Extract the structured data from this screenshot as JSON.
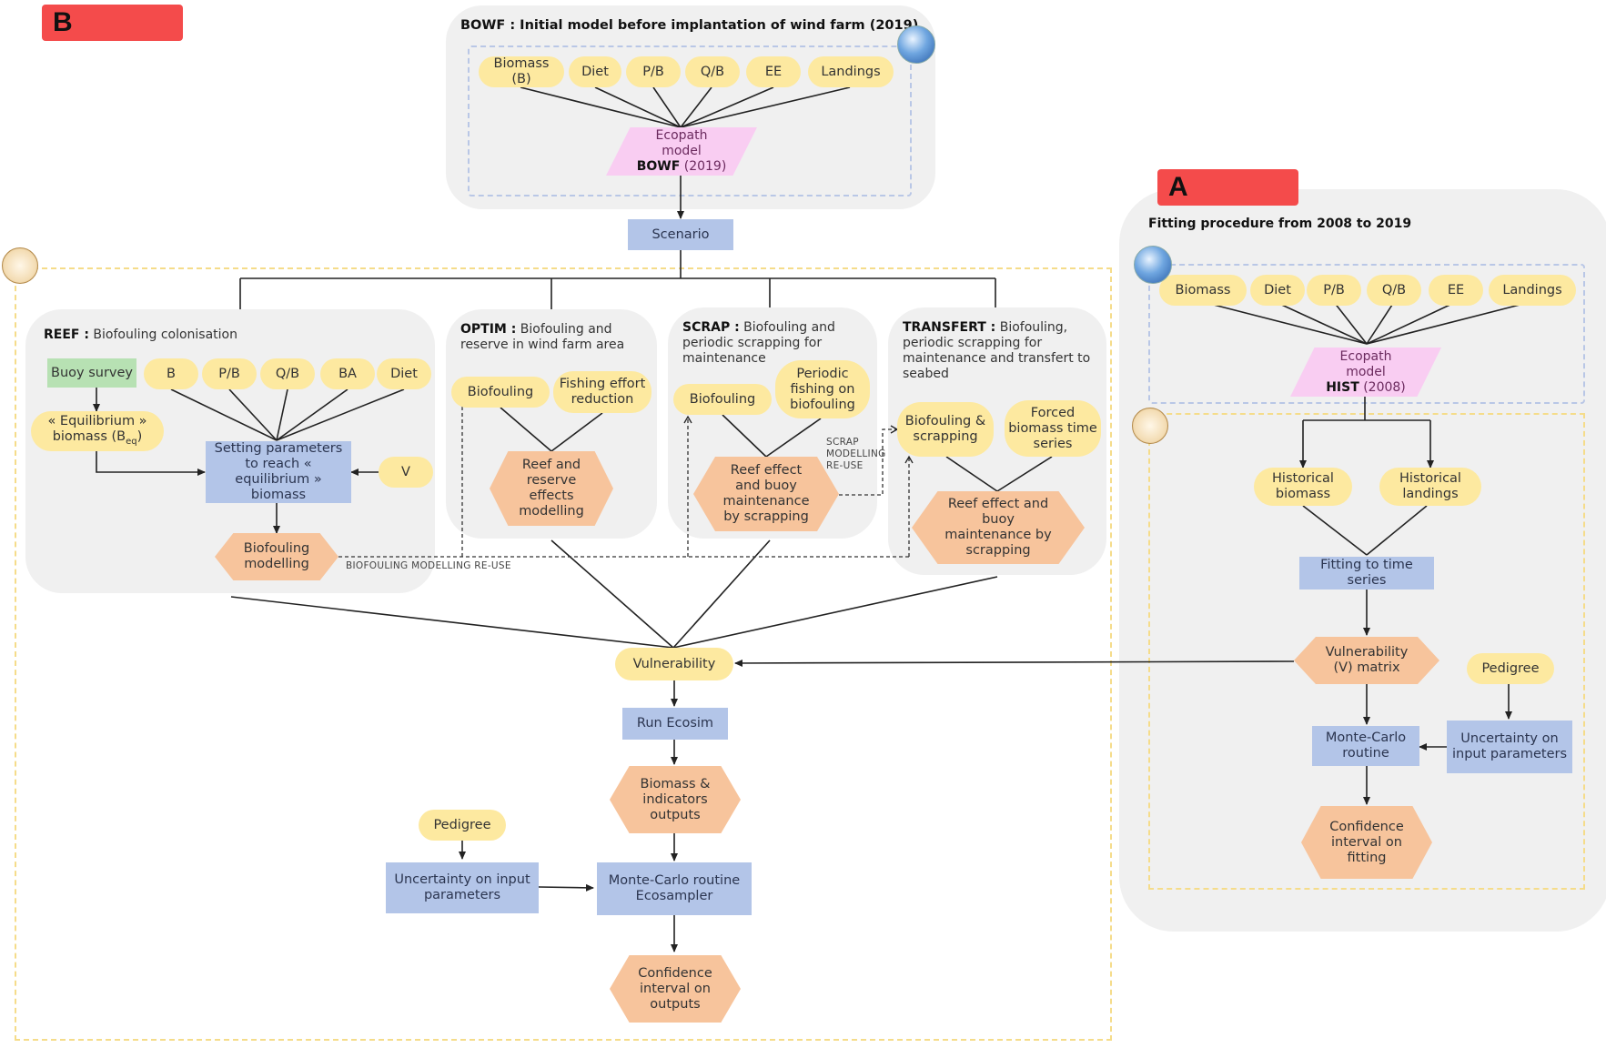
{
  "section_b": {
    "tag": "B",
    "bowf": {
      "title": "BOWF : Initial model before implantation of wind farm (2019)",
      "inputs": [
        "Biomass\n(B)",
        "Diet",
        "P/B",
        "Q/B",
        "EE",
        "Landings"
      ],
      "model": {
        "line1": "Ecopath",
        "line2": "model",
        "line3_bold": "BOWF",
        "line3_rest": " (2019)"
      }
    },
    "scenario": "Scenario",
    "reef": {
      "title_bold": "REEF :",
      "title_rest": " Biofouling colonisation",
      "buoy_survey": "Buoy survey",
      "inputs": [
        "B",
        "P/B",
        "Q/B",
        "BA",
        "Diet"
      ],
      "equilibrium_a": "« Equilibrium »",
      "equilibrium_b": "biomass (B",
      "equilibrium_sub": "eq",
      "equilibrium_c": ")",
      "setting": "Setting parameters to reach « equilibrium » biomass",
      "v": "V",
      "biofouling_modelling": "Biofouling modelling",
      "reuse_label": "BIOFOULING MODELLING RE-USE"
    },
    "optim": {
      "title_bold": "OPTIM :",
      "title_rest": " Biofouling and reserve in wind farm area",
      "biofouling": "Biofouling",
      "fishing_effort": "Fishing effort reduction",
      "outcome": "Reef and reserve effects modelling"
    },
    "scrap": {
      "title_bold": "SCRAP :",
      "title_rest": " Biofouling and periodic scrapping for maintenance",
      "biofouling": "Biofouling",
      "periodic_fishing": "Periodic fishing on biofouling",
      "outcome": "Reef effect and buoy maintenance by scrapping",
      "reuse_label_1": "SCRAP",
      "reuse_label_2": "MODELLING",
      "reuse_label_3": "RE-USE"
    },
    "transfert": {
      "title_bold": "TRANSFERT :",
      "title_rest": " Biofouling, periodic scrapping for maintenance and transfert to seabed",
      "biofouling_scrapping": "Biofouling & scrapping",
      "forced_biomass": "Forced biomass time series",
      "outcome": "Reef effect and buoy maintenance by scrapping"
    },
    "vulnerability": "Vulnerability",
    "run_ecosim": "Run Ecosim",
    "biomass_outputs": "Biomass & indicators outputs",
    "pedigree": "Pedigree",
    "uncertainty": "Uncertainty on input parameters",
    "monte_carlo": "Monte-Carlo routine Ecosampler",
    "confidence": "Confidence interval on outputs"
  },
  "section_a": {
    "tag": "A",
    "title": "Fitting procedure from 2008 to 2019",
    "inputs": [
      "Biomass",
      "Diet",
      "P/B",
      "Q/B",
      "EE",
      "Landings"
    ],
    "model": {
      "line1": "Ecopath",
      "line2": "model",
      "line3_bold": "HIST",
      "line3_rest": " (2008)"
    },
    "historical_biomass": "Historical biomass",
    "historical_landings": "Historical landings",
    "fitting": "Fitting to time series",
    "vulnerability_matrix": "Vulnerability (V) matrix",
    "pedigree": "Pedigree",
    "monte_carlo": "Monte-Carlo routine",
    "uncertainty": "Uncertainty on input parameters",
    "confidence": "Confidence interval on fitting"
  },
  "colors": {
    "tag_red": "#f44b4b",
    "input_yellow": "#fde9a0",
    "process_blue": "#b3c5e8",
    "output_orange": "#f7c49c",
    "model_pink": "#f9cdf2",
    "survey_green": "#b7e1b3"
  },
  "icons": [
    "globe-icon",
    "clock-icon"
  ]
}
